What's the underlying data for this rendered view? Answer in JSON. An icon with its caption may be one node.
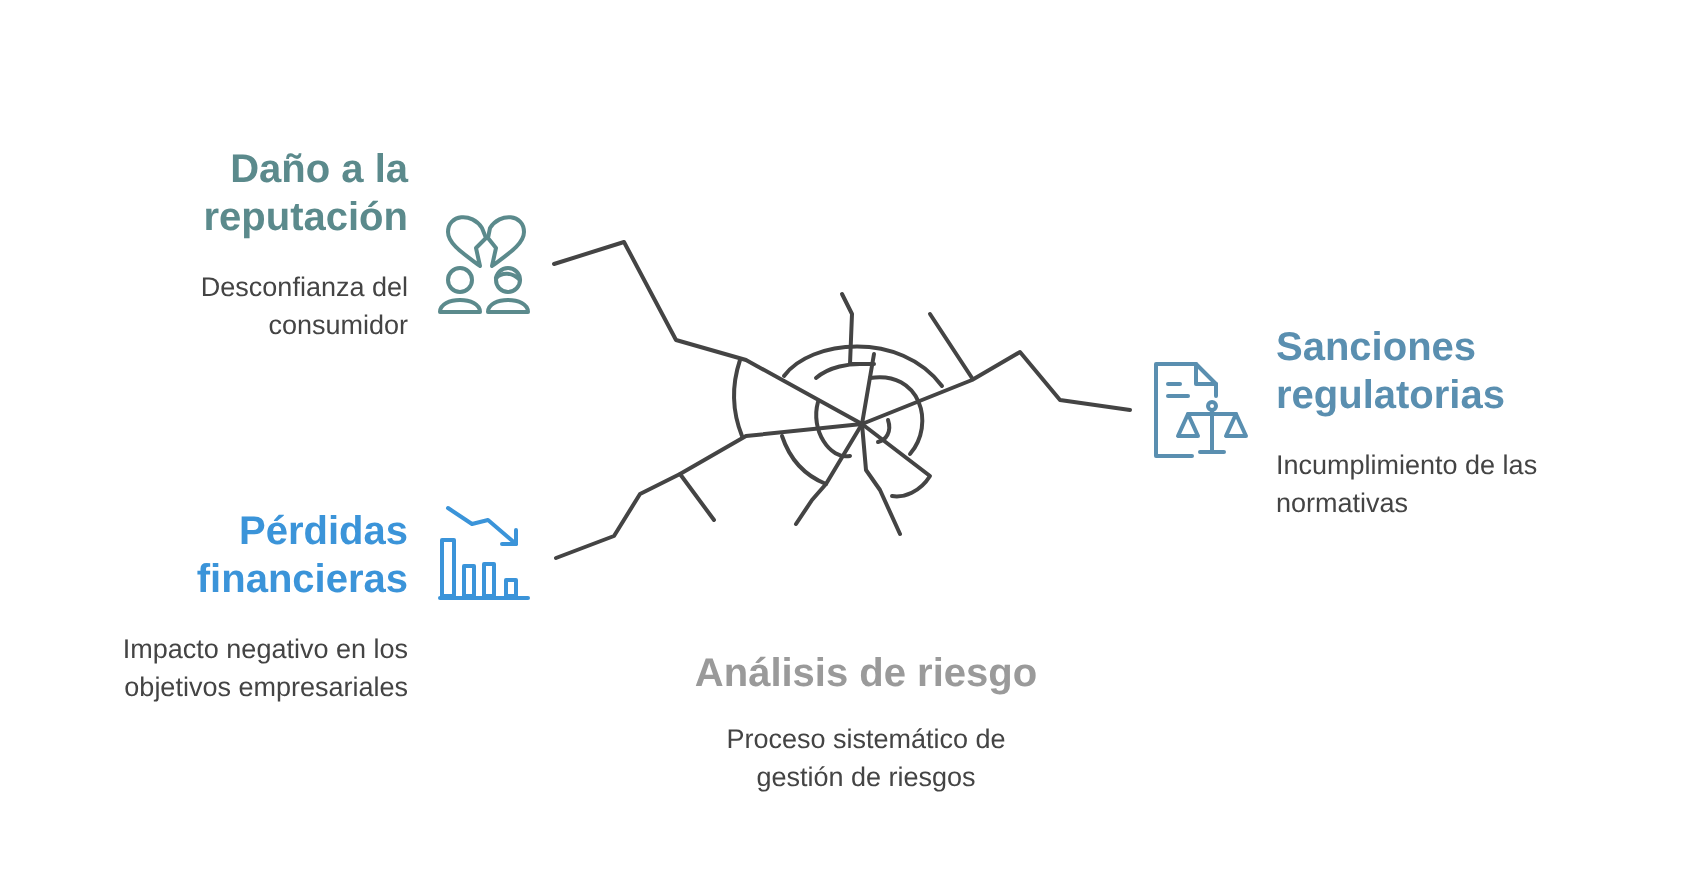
{
  "diagram": {
    "nodes": [
      {
        "text": [
          "Daño a la reputación",
          "Desconfianza del consumidor"
        ]
      },
      {
        "text": [
          "Sanciones regulatorias",
          "Incumplimiento de las normativas"
        ]
      },
      {
        "text": [
          "Pérdidas financieras",
          "Impacto negativo en los objetivos empresariales"
        ]
      },
      {
        "text": [
          "Análisis de riesgo",
          "Proceso sistemático de gestión de riesgos"
        ]
      }
    ]
  }
}
